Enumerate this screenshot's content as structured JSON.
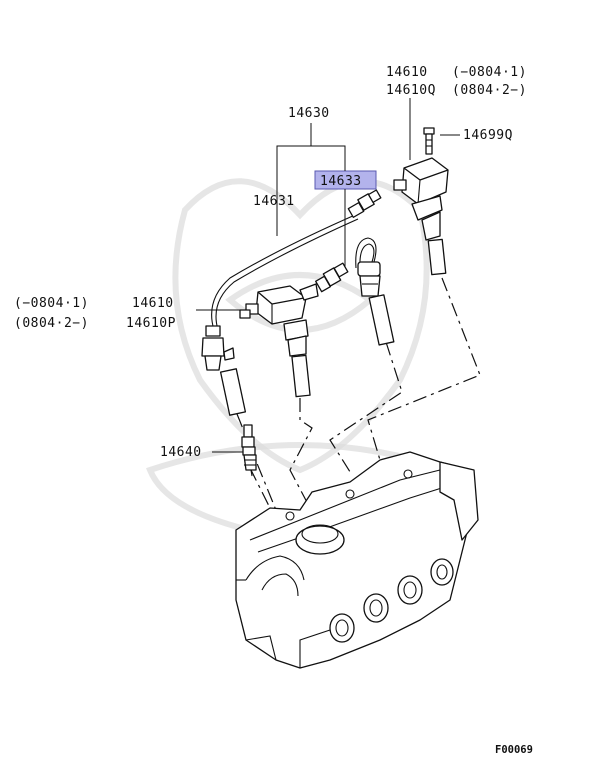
{
  "labels": {
    "coil_right_part": "14610",
    "coil_right_range": "(−0804·1)",
    "coil_right_part_alt": "14610Q",
    "coil_right_range_alt": "(0804·2−)",
    "bolt_part": "14699Q",
    "wire_set_part": "14630",
    "highlight_part": "14633",
    "wire_part": "14631",
    "coil_left_range": "(−0804·1)",
    "coil_left_part": "14610",
    "coil_left_range_alt": "(0804·2−)",
    "coil_left_part_alt": "14610P",
    "plug_part": "14640"
  },
  "figure_code": "F00069",
  "colors": {
    "highlight": "#b3b3ec",
    "ink": "#111111"
  }
}
